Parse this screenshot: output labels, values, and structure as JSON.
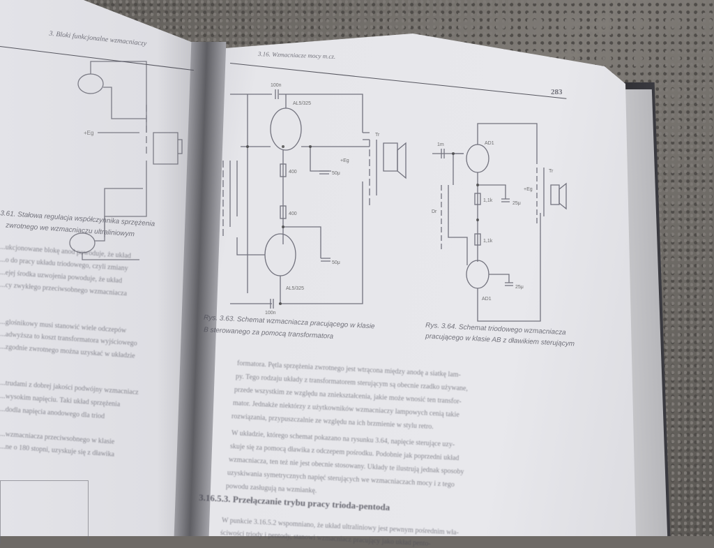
{
  "headers": {
    "left": "3. Bloki funkcjonalne wzmacniaczy",
    "right": "3.16. Wzmacniacze mocy m.cz.",
    "page_number": "283"
  },
  "schematic_labels": {
    "fig1_tube_top": "AL5/325",
    "fig1_tube_bottom": "AL5/325",
    "fig1_tr": "Tr",
    "fig1_cap_top": "100n",
    "fig1_cap_bottom": "100n",
    "fig1_res_mid1": "400",
    "fig1_res_mid2": "400",
    "fig1_cap_right1": "50μ",
    "fig1_cap_right2": "50μ",
    "fig1_eg": "+Eg",
    "fig2_tube_top": "AD1",
    "fig2_tube_bottom": "AD1",
    "fig2_tr": "Tr",
    "fig2_cap": "1m",
    "fig2_r1": "1,1k",
    "fig2_r2": "1,1k",
    "fig2_c1": "25μ",
    "fig2_c2": "25μ",
    "fig2_dr": "Dr",
    "fig2_eg": "+Eg"
  },
  "captions": {
    "left_fig_line1": "3.61. Stałowa regulacja współczynnika sprzężenia",
    "left_fig_line2": "zwrotnego we wzmacniaczu ultraliniowym",
    "fig_363_line1": "Rys. 3.63. Schemat wzmacniacza pracującego w klasie",
    "fig_363_line2": "B sterowanego za pomocą transformatora",
    "fig_364_line1": "Rys. 3.64. Schemat triodowego wzmacniacza",
    "fig_364_line2": "pracującego w klasie AB z dławikiem sterującym"
  },
  "left_text": [
    "...ukcjonowane blokę anod powoduje, że układ",
    "...o do pracy układu triodowego, czyli zmiany",
    "...ejej środka uzwojenia powoduje, że układ",
    "...cy zwykłego przeciwsobnego wzmacniacza",
    "...glośnikowy musi stanowić wiele odczepów",
    "...adwyższa to koszt transformatora wyjściowego",
    "...zgodnie zwrotnego można uzyskać w układzie",
    "...trudami z dobrej jakości podwójny wzmacniacz",
    "...wysokim napięciu. Taki układ sprzężenia",
    "...dodla napięcia anodowego dla triod",
    "...wzmacniacza przeciwsobnego w klasie",
    "...ne o 180 stopni, uzyskuje się z dławika"
  ],
  "right_text": [
    "formatora. Pętla sprzężenia zwrotnego jest wtrącona między anodę a siatkę lam-",
    "py. Tego rodzaju układy z transformatorem sterującym są obecnie rzadko używane,",
    "przede wszystkim ze względu na zniekształcenia, jakie może wnosić ten transfor-",
    "mator. Jednakże niektórzy z użytkowników wzmacniaczy lampowych cenią takie",
    "rozwiązania, przypuszczalnie ze względu na ich brzmienie w stylu retro.",
    "W układzie, którego schemat pokazano na rysunku 3.64, napięcie sterujące uzy-",
    "skuje się za pomocą dławika z odczepem pośrodku. Podobnie jak poprzedni układ",
    "wzmacniacza, ten też nie jest obecnie stosowany. Układy te ilustrują jednak sposoby",
    "uzyskiwania symetrycznych napięć sterujących we wzmacniaczach mocy i z tego",
    "powodu zasługują na wzmiankę."
  ],
  "section_heading": "3.16.5.3. Przełączanie trybu pracy trioda-pentoda",
  "bottom_text": [
    "W punkcie 3.16.5.2 wspomniano, że układ ultraliniowy jest pewnym pośrednim wła-",
    "ściwości triody i pentody, stanowi wzmacniacz pracujący jako układ pento-"
  ]
}
